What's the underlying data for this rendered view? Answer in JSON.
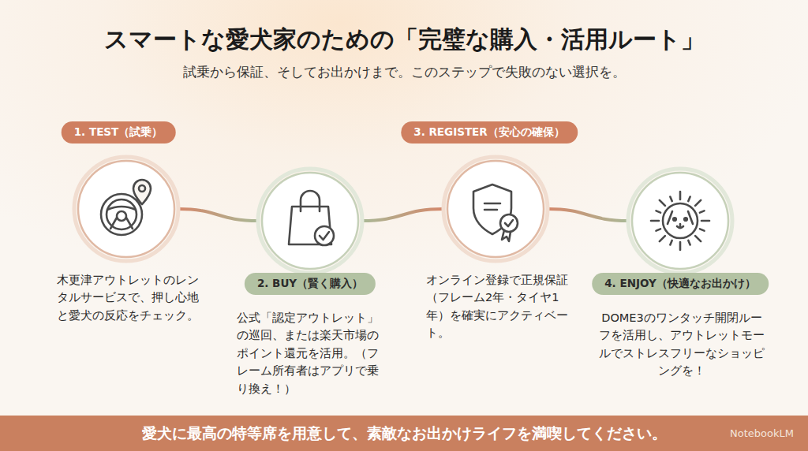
{
  "diagram": {
    "title": "スマートな愛犬家のための「完璧な購入・活用ルート」",
    "nodes": [
      {
        "text": [
          "1. TEST（試乗）",
          "木更津アウトレットのレンタルサービスで、押し心地と愛犬の反応をチェック。"
        ]
      },
      {
        "text": [
          "2. BUY（賢く購入）",
          "公式「認定アウトレット」の巡回、または楽天市場のポイント還元を活用。（フレーム所有者はアプリで乗り換え！）"
        ]
      },
      {
        "text": [
          "3. REGISTER（安心の確保）",
          "オンライン登録で正規保証（フレーム2年・タイヤ1年）を確実にアクティベート。"
        ]
      },
      {
        "text": [
          "4. ENJOY（快適なお出かけ）",
          "DOME3のワンタッチ開閉ルーフを活用し、アウトレットモールでストレスフリーなショッピングを！"
        ]
      },
      {
        "text": [
          "愛犬に最高の特等席を用意して、素敵なお出かけライフを満喫してください。"
        ]
      }
    ],
    "edges": [
      {
        "from": 0,
        "to": 1,
        "arrow": "none"
      },
      {
        "from": 1,
        "to": 2,
        "arrow": "none"
      },
      {
        "from": 2,
        "to": 3,
        "arrow": "none"
      }
    ],
    "labels": [
      "試乗から保証、そしてお出かけまで。このステップで失敗のない選択を。",
      "NotebookLM"
    ]
  }
}
